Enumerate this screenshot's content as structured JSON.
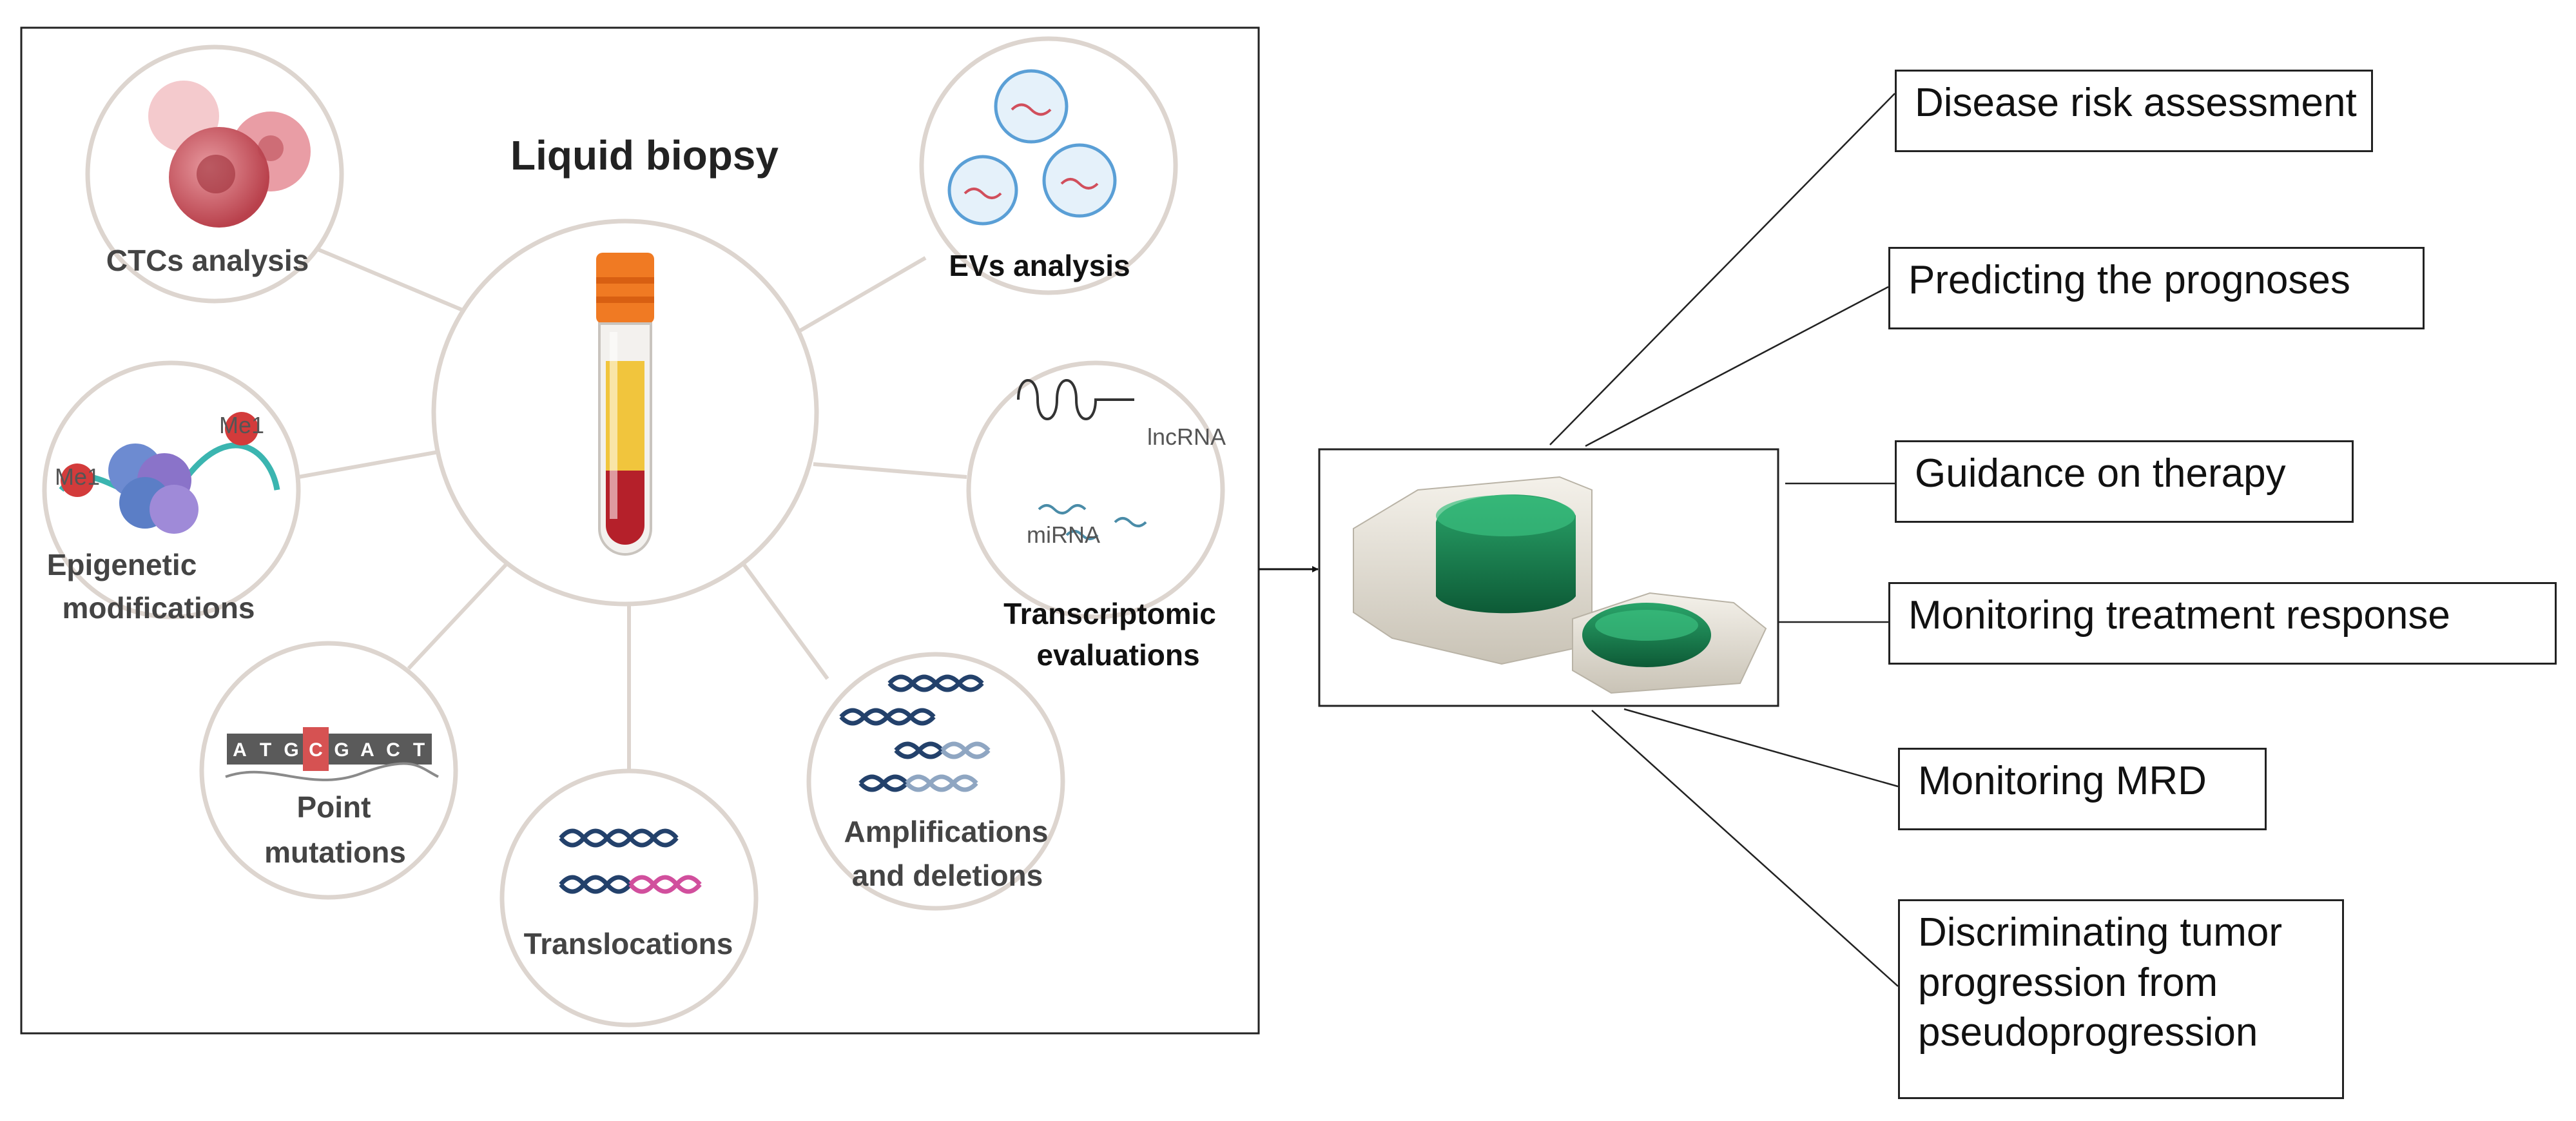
{
  "liquid_biopsy": {
    "title": "Liquid biopsy",
    "nodes": {
      "ctcs": "CTCs analysis",
      "evs": "EVs analysis",
      "epigenetic": [
        "Epigenetic",
        "modifications"
      ],
      "transcriptomic": [
        "Transcriptomic",
        "evaluations"
      ],
      "point": [
        "Point",
        "mutations"
      ],
      "translocations": "Translocations",
      "amplifications": [
        "Amplifications",
        "and deletions"
      ]
    },
    "inner_labels": {
      "lncrna": "lncRNA",
      "mirna": "miRNA",
      "me1": "Me1",
      "bases": [
        "A",
        "T",
        "G",
        "C",
        "G",
        "A",
        "C",
        "T"
      ]
    }
  },
  "colors": {
    "circle_border": "#ddd5cf",
    "cell_red": "#c8545e",
    "vesicle_blue": "#5a9fd6",
    "dna_navy": "#23416b",
    "dna_pink": "#d14f9d",
    "device_green": "#1d8a55",
    "device_body": "#ece8df",
    "tube_cap": "#f07a23",
    "tube_red": "#b5202a",
    "tube_yellow": "#f1c53d"
  },
  "outcomes": [
    "Disease risk assessment",
    "Predicting the prognoses",
    "Guidance on therapy",
    "Monitoring treatment response",
    "Monitoring MRD",
    [
      "Discriminating tumor",
      "progression from",
      "pseudoprogression"
    ]
  ],
  "device": {
    "icon": "digital-pcr-instrument"
  }
}
